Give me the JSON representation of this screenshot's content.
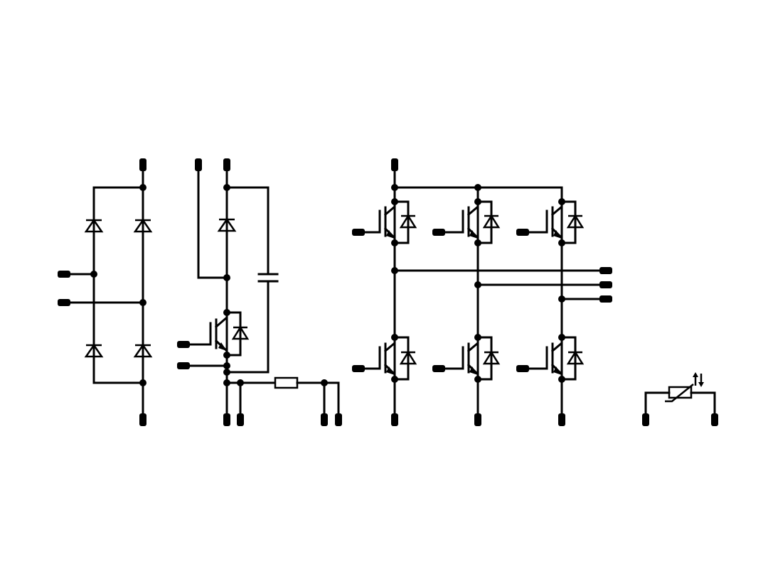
{
  "diagram": {
    "kind": "power-module-schematic",
    "sections": [
      "rectifier-bridge",
      "brake-chopper",
      "inverter-bridge",
      "ntc-thermistor"
    ],
    "colors": {
      "line": "#000000",
      "background": "#ffffff"
    }
  }
}
